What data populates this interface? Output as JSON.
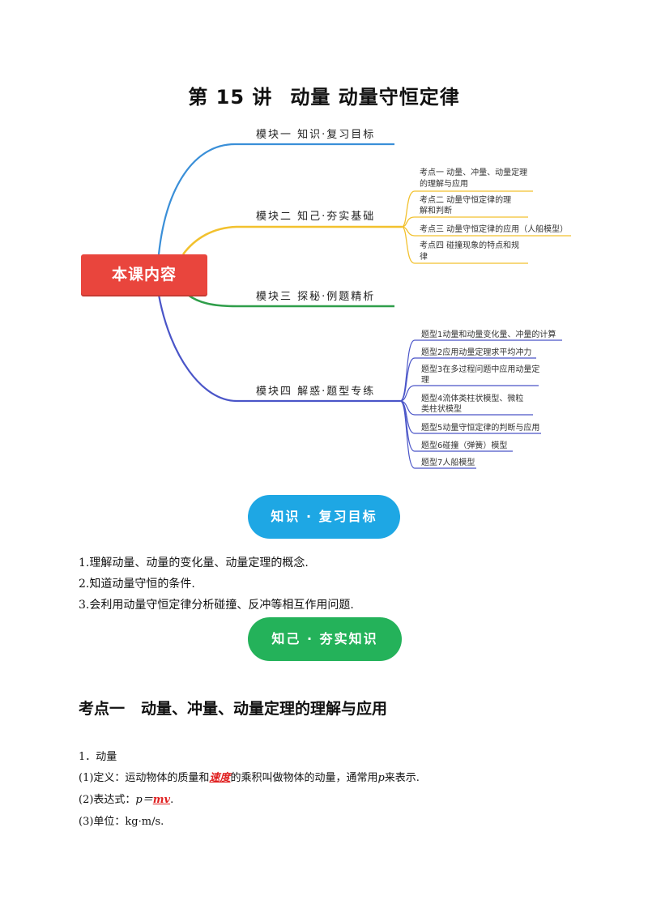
{
  "header": {
    "title_main": "第 15 讲",
    "title_sub": "动量  动量守恒定律"
  },
  "mindmap": {
    "root": "本课内容",
    "branches": [
      {
        "label": "模块一  知识·复习目标",
        "color": "#3a8fd8"
      },
      {
        "label": "模块二  知己·夯实基础",
        "color": "#f2c12e"
      },
      {
        "label": "模块三  探秘·例题精析",
        "color": "#2f9e4a"
      },
      {
        "label": "模块四  解惑·题型专练",
        "color": "#4a55c8"
      }
    ],
    "branch2_items": [
      [
        "考点一  动量、冲量、动量定理",
        "的理解与应用"
      ],
      [
        "考点二  动量守恒定律的理",
        "解和判断"
      ],
      [
        "考点三  动量守恒定律的应用（人船模型）"
      ],
      [
        "考点四  碰撞现象的特点和规",
        "律"
      ]
    ],
    "branch4_items": [
      [
        "题型1动量和动量变化量、冲量的计算"
      ],
      [
        "题型2应用动量定理求平均冲力"
      ],
      [
        "题型3在多过程问题中应用动量定",
        "理"
      ],
      [
        "题型4流体类柱状模型、微粒",
        "类柱状模型"
      ],
      [
        "题型5动量守恒定律的判断与应用"
      ],
      [
        "题型6碰撞（弹簧）模型"
      ],
      [
        "题型7人船模型"
      ]
    ]
  },
  "pills": {
    "objectives": "知识 · 复习目标",
    "basics": "知己 · 夯实知识"
  },
  "objectives": [
    "1.理解动量、动量的变化量、动量定理的概念.",
    "2.知道动量守恒的条件.",
    "3.会利用动量守恒定律分析碰撞、反冲等相互作用问题."
  ],
  "section": {
    "heading_a": "考点一",
    "heading_b": "动量、冲量、动量定理的理解与应用",
    "item_title": "1．动量",
    "def_prefix": "(1)定义：运动物体的质量和",
    "def_highlight": "速度",
    "def_suffix_a": "的乘积叫做物体的动量，通常用",
    "def_var": "p",
    "def_suffix_b": "来表示.",
    "expr_prefix": "(2)表达式：",
    "expr_lhs": "p＝",
    "expr_rhs": "mv",
    "expr_end": ".",
    "unit": "(3)单位：kg·m/s."
  },
  "colors": {
    "root_bg": "#e9453d",
    "pill_blue": "#1ea7e4",
    "pill_green": "#24b25a",
    "highlight_red": "#e02020"
  }
}
